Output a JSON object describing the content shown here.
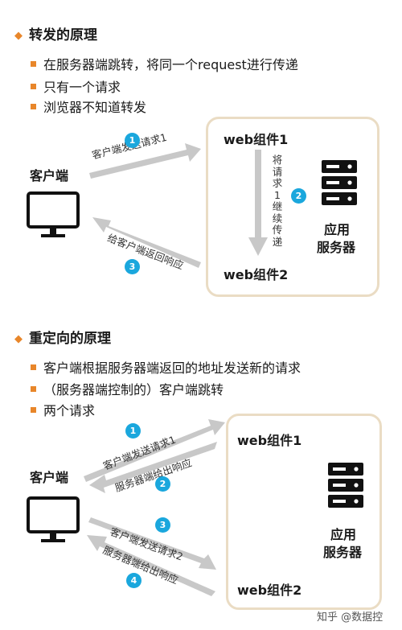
{
  "section1": {
    "title": "转发的原理",
    "bullets": [
      "在服务器端跳转，将同一个request进行传递",
      "只有一个请求",
      "浏览器不知道转发"
    ],
    "client_label": "客户端",
    "web1_label": "web组件1",
    "web2_label": "web组件2",
    "server_label_line1": "应用",
    "server_label_line2": "服务器",
    "arrow1_text": "客户端发送请求1",
    "arrow2_text": "将请求1继续传递",
    "arrow3_text": "给客户端返回响应",
    "steps": [
      "1",
      "2",
      "3"
    ]
  },
  "section2": {
    "title": "重定向的原理",
    "bullets": [
      "客户端根据服务器端返回的地址发送新的请求",
      "（服务器端控制的）客户端跳转",
      "两个请求"
    ],
    "client_label": "客户端",
    "web1_label": "web组件1",
    "web2_label": "web组件2",
    "server_label_line1": "应用",
    "server_label_line2": "服务器",
    "arrow1_text": "客户端发送请求1",
    "arrow2_text": "服务器端给出响应",
    "arrow3_text": "客户端发送请求2",
    "arrow4_text": "服务器端给出响应",
    "steps": [
      "1",
      "2",
      "3",
      "4"
    ]
  },
  "watermark": "知乎 @数据控",
  "colors": {
    "accent": "#e8862a",
    "step_badge": "#1aa7dd",
    "arrow": "#c8c8c8",
    "panel_border": "#eadcc4",
    "icon": "#111111"
  }
}
